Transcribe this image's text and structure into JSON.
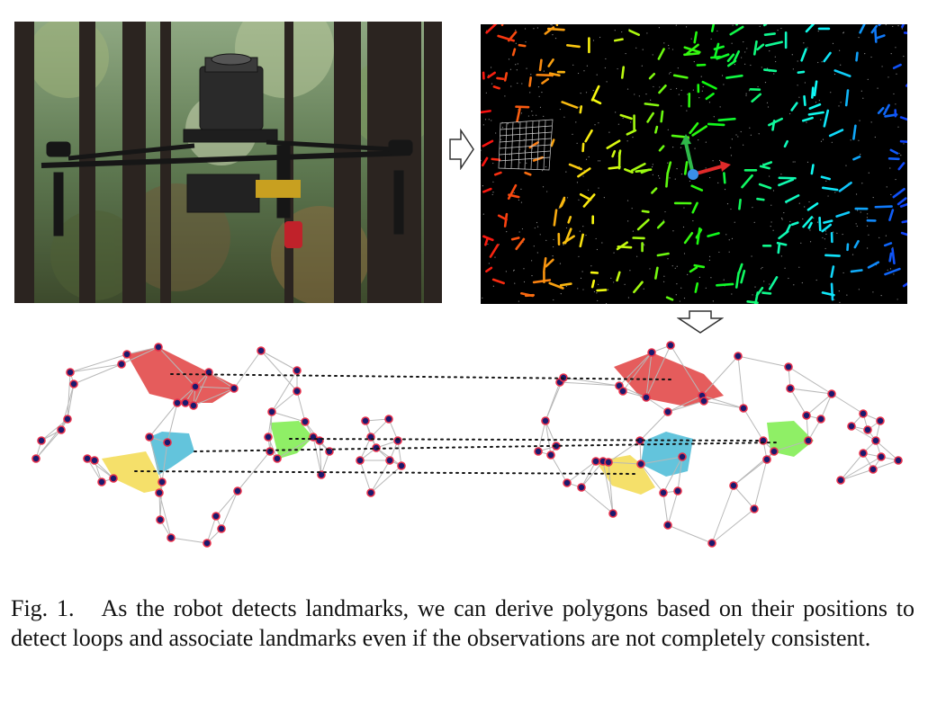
{
  "figure": {
    "label": "Fig. 1.",
    "caption": "As the robot detects landmarks, we can derive polygons based on their positions to detect loops and associate landmarks even if the observations are not completely consistent."
  },
  "panels": {
    "photo_icon": "drone-in-forest-photo",
    "pointcloud_icon": "landmark-pointcloud-map",
    "graph_icon": "landmark-polygon-graphs"
  },
  "colors": {
    "polygon_red": "#e55c5c",
    "polygon_green": "#8fef66",
    "polygon_cyan": "#63c4dc",
    "polygon_yellow": "#f5e06a",
    "node_fill": "#1a1a6e",
    "node_ring": "#e8304a",
    "edge": "#b8b8b8"
  }
}
